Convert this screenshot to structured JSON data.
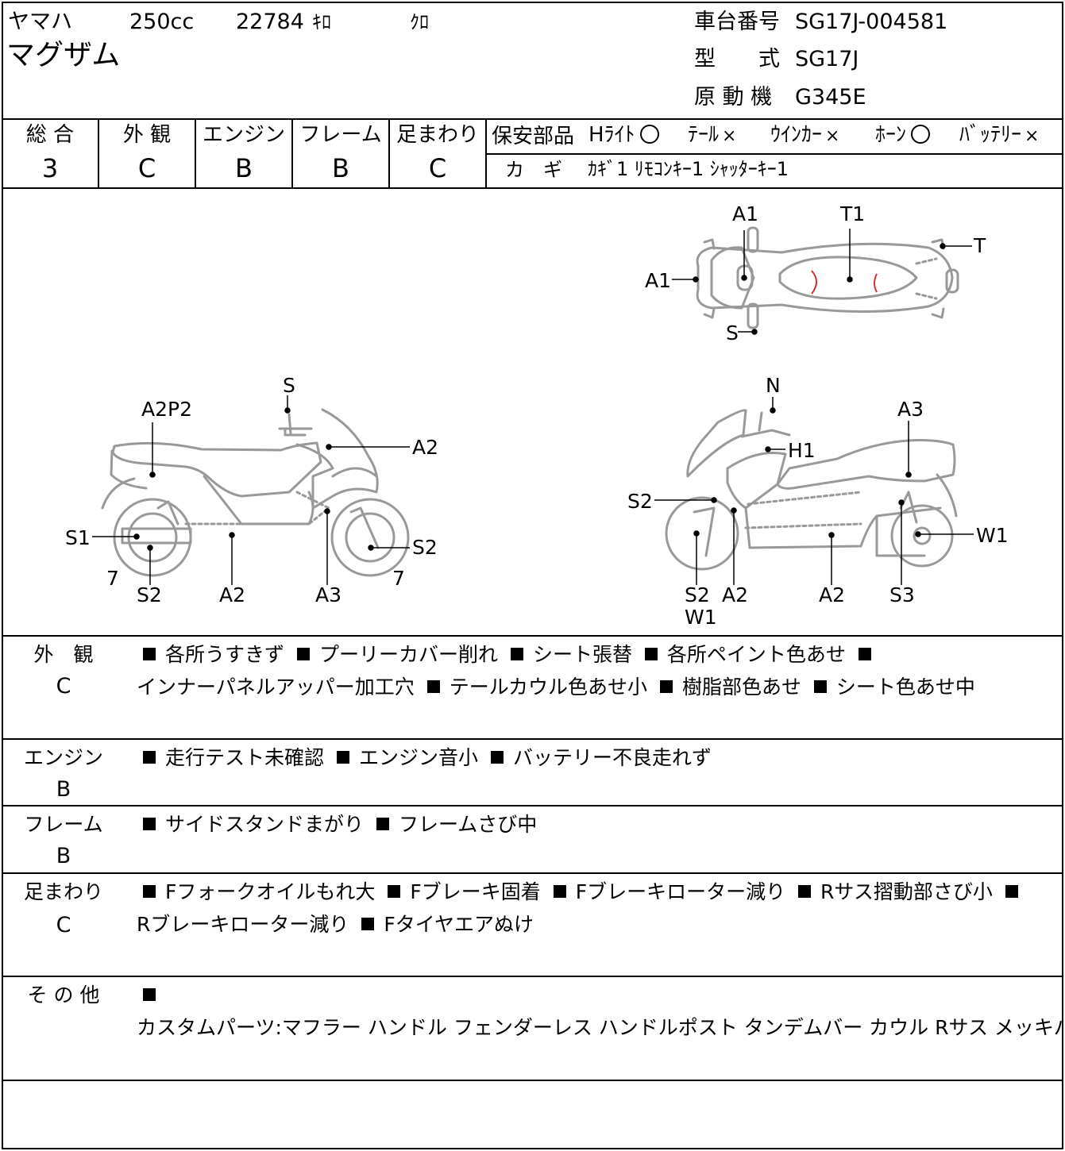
{
  "header": {
    "maker": "ヤマハ",
    "displacement": "250cc",
    "mileage_value": "22784",
    "mileage_unit": "ｷﾛ",
    "color": "ｸﾛ",
    "model_name": "マグザム",
    "frame_no_label": "車台番号",
    "frame_no": "SG17J-004581",
    "type_label": "型　　式",
    "type_value": "SG17J",
    "engine_label": "原 動 機",
    "engine_value": "G345E"
  },
  "grades": [
    {
      "label": "総 合",
      "value": "3"
    },
    {
      "label": "外 観",
      "value": "C"
    },
    {
      "label": "エンジン",
      "value": "B"
    },
    {
      "label": "フレーム",
      "value": "B"
    },
    {
      "label": "足まわり",
      "value": "C"
    }
  ],
  "safety": {
    "label": "保安部品",
    "items": [
      {
        "name": "Hﾗｲﾄ",
        "mark": "circle"
      },
      {
        "name": "ﾃｰﾙ",
        "mark": "x"
      },
      {
        "name": "ｳｲﾝｶｰ",
        "mark": "x"
      },
      {
        "name": "ﾎｰﾝ",
        "mark": "circle"
      },
      {
        "name": "ﾊﾞｯﾃﾘｰ",
        "mark": "x"
      }
    ],
    "x_symbol": "×",
    "key_label": "カ　ギ",
    "key_value": "ｶｷﾞ1 ﾘﾓｺﾝｷｰ1 ｼｬｯﾀｰｷｰ1"
  },
  "diagram": {
    "top": [
      "A1",
      "T1",
      "T",
      "A1",
      "S"
    ],
    "left": [
      "S",
      "A2P2",
      "A2",
      "S1",
      "S2",
      "7",
      "S2",
      "A2",
      "A3",
      "7"
    ],
    "right": [
      "N",
      "A3",
      "H1",
      "S2",
      "W1",
      "S2",
      "W1",
      "A2",
      "A2",
      "S3"
    ]
  },
  "sections": [
    {
      "label": "外　観",
      "grade": "C",
      "items": [
        "各所うすきず",
        "プーリーカバー削れ",
        "シート張替",
        "各所ペイント色あせ",
        "インナーパネルアッパー加工穴",
        "テールカウル色あせ小",
        "樹脂部色あせ",
        "シート色あせ中"
      ]
    },
    {
      "label": "エンジン",
      "grade": "B",
      "items": [
        "走行テスト未確認",
        "エンジン音小",
        "バッテリー不良走れず"
      ]
    },
    {
      "label": "フレーム",
      "grade": "B",
      "items": [
        "サイドスタンドまがり",
        "フレームさび中"
      ]
    },
    {
      "label": "足まわり",
      "grade": "C",
      "items": [
        "Fフォークオイルもれ大",
        "Fブレーキ固着",
        "Fブレーキローター減り",
        "Rサス摺動部さび小",
        "Rブレーキローター減り",
        "Fタイヤエアぬけ"
      ]
    },
    {
      "label": "そ の 他",
      "grade": "",
      "items": [
        "カスタムパーツ:マフラー ハンドル フェンダーレス ハンドルポスト タンデムバー カウル Rサス メッキパーツ"
      ]
    }
  ]
}
